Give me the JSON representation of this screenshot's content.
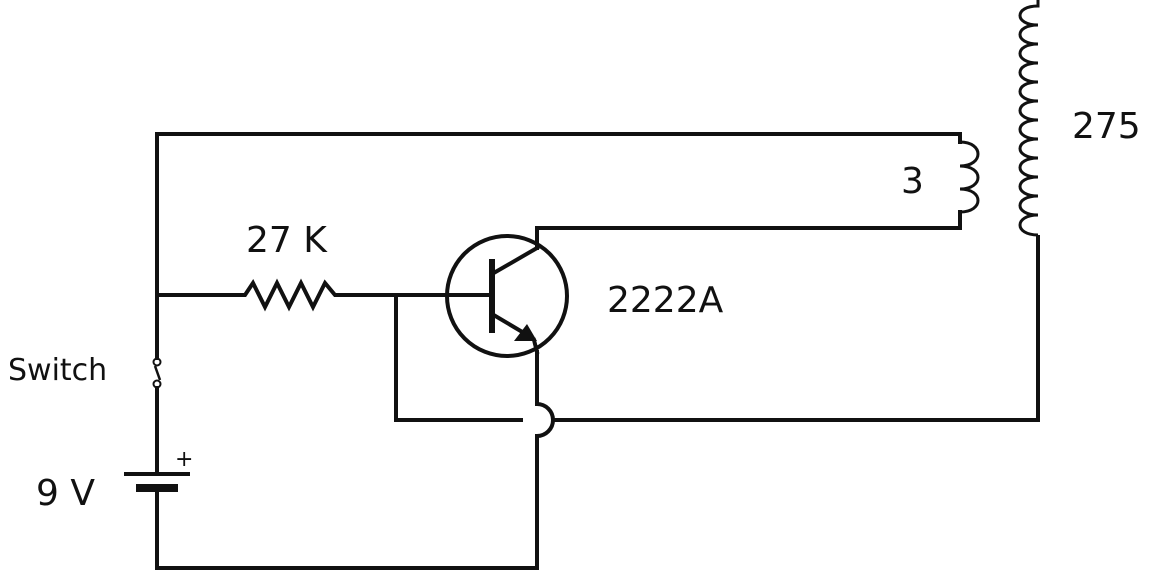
{
  "labels": {
    "resistor": "27 K",
    "transistor": "2222A",
    "primary_coil": "3",
    "secondary_coil": "275",
    "switch": "Switch",
    "battery": "9 V",
    "battery_plus": "+"
  },
  "colors": {
    "ink": "#111111",
    "background": "#ffffff"
  }
}
